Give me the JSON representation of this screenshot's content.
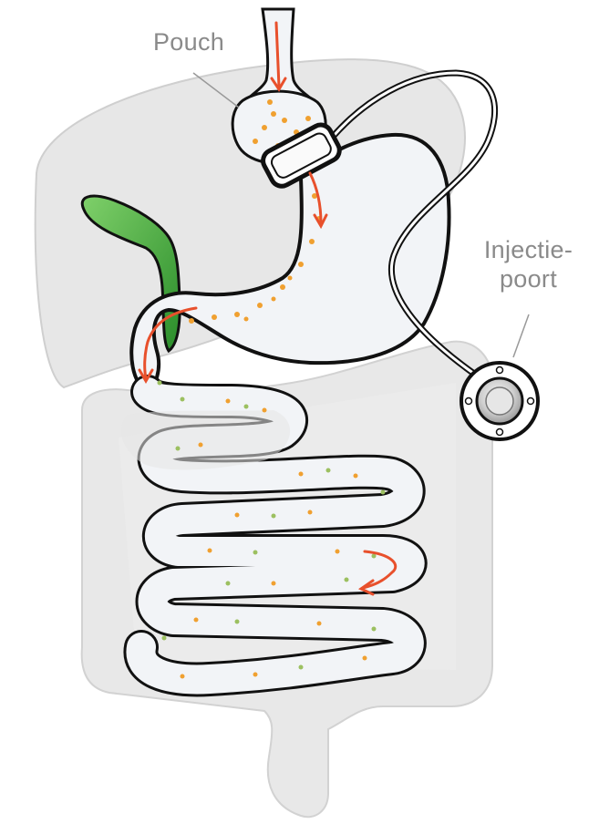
{
  "labels": {
    "pouch": "Pouch",
    "port_line1": "Injectie-",
    "port_line2": "poort"
  },
  "colors": {
    "organ_fill": "#e6e6e6",
    "tract_outline": "#111111",
    "tract_fill": "#f2f4f7",
    "gallbladder": "#3aa335",
    "food_particles": "#f0a030",
    "bile_particles": "#9cc060",
    "flow_arrows": "#e8502c",
    "label_text": "#8a8a8a"
  },
  "icons": [
    "gastric-band-icon",
    "injection-port-icon",
    "flow-arrow-icon"
  ]
}
